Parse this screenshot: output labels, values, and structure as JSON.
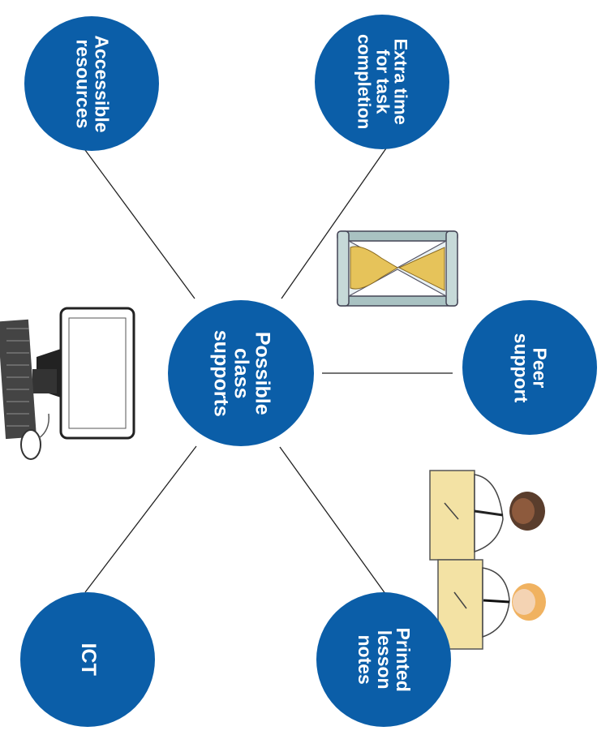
{
  "theme": {
    "node_color": "#0b5ea8",
    "text_color": "#ffffff",
    "line_color": "#222222"
  },
  "center": {
    "label": "Possible\nclass\nsupports"
  },
  "nodes": [
    {
      "id": "accessible-resources",
      "label": "Accessible\nresources"
    },
    {
      "id": "extra-time",
      "label": "Extra time\nfor task\ncompletion"
    },
    {
      "id": "peer-support",
      "label": "Peer\nsupport"
    },
    {
      "id": "printed-lesson-notes",
      "label": "Printed\nlesson\nnotes"
    },
    {
      "id": "ict",
      "label": "ICT"
    }
  ],
  "illustrations": [
    {
      "id": "computer",
      "icon": "computer-icon"
    },
    {
      "id": "hourglass",
      "icon": "hourglass-icon"
    },
    {
      "id": "students",
      "icon": "students-at-desks-icon"
    }
  ]
}
